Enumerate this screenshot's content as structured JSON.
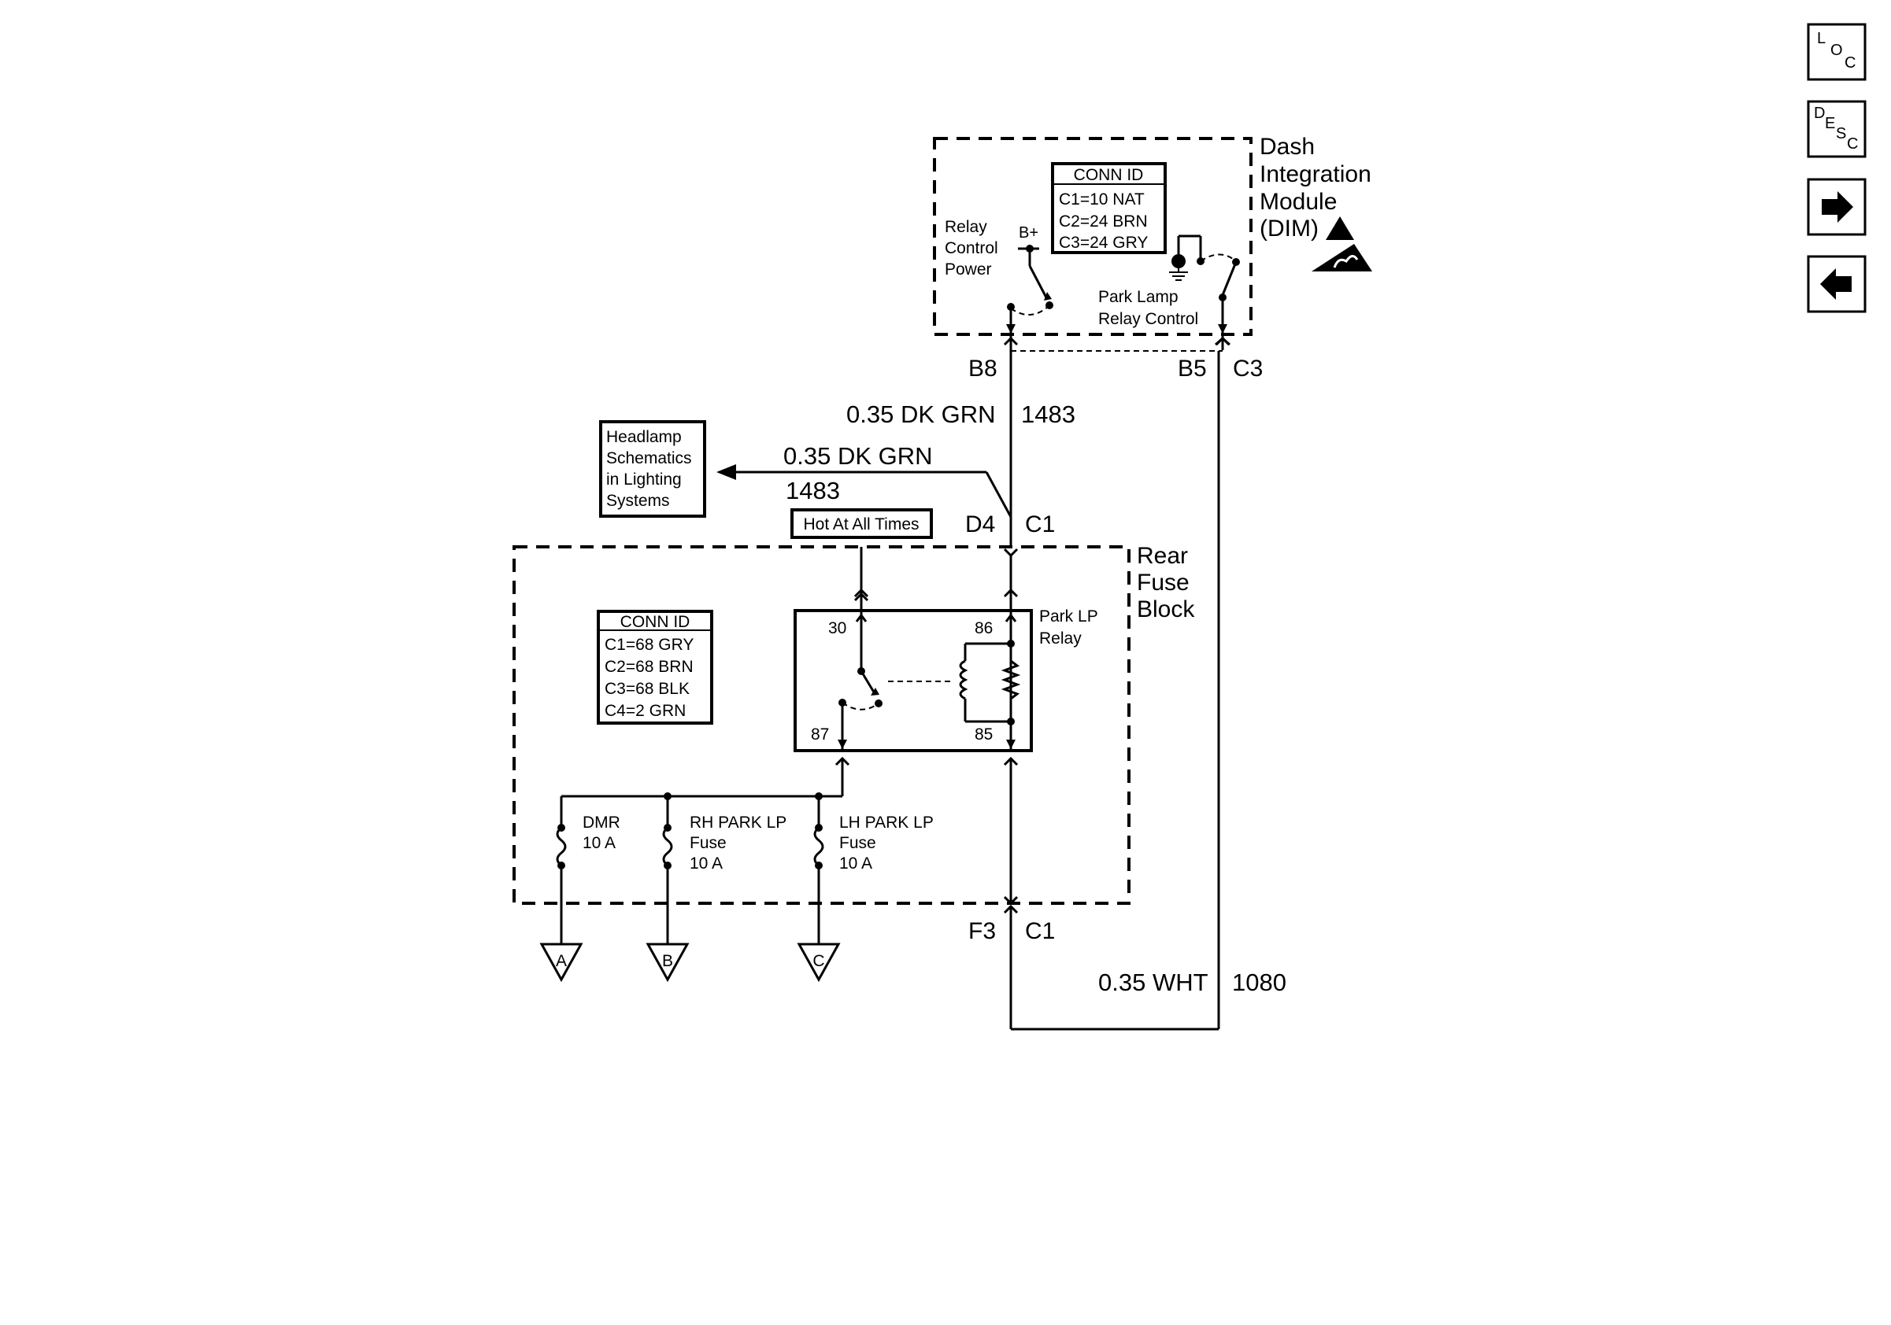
{
  "dim": {
    "title_lines": [
      "Dash",
      "Integration",
      "Module",
      "(DIM)"
    ],
    "conn_id_header": "CONN ID",
    "conn_ids": [
      "C1=10 NAT",
      "C2=24 BRN",
      "C3=24 GRY"
    ],
    "relay_control_power": [
      "Relay",
      "Control",
      "Power"
    ],
    "b_plus": "B+",
    "park_lamp_relay_control": [
      "Park Lamp",
      "Relay Control"
    ]
  },
  "connectors": {
    "b8": "B8",
    "b5": "B5",
    "c3": "C3",
    "d4": "D4",
    "c1_top": "C1",
    "f3": "F3",
    "c1_bottom": "C1"
  },
  "wires": {
    "dim_to_fuse": {
      "label": "0.35 DK GRN",
      "circuit": "1483"
    },
    "to_headlamp": {
      "label": "0.35 DK GRN",
      "circuit": "1483"
    },
    "return": {
      "label": "0.35 WHT",
      "circuit": "1080"
    }
  },
  "headlamp_ref": [
    "Headlamp",
    "Schematics",
    "in Lighting",
    "Systems"
  ],
  "hot_at_all_times": "Hot At All Times",
  "rear_fuse_block": {
    "title_lines": [
      "Rear",
      "Fuse",
      "Block"
    ],
    "conn_id_header": "CONN ID",
    "conn_ids": [
      "C1=68 GRY",
      "C2=68 BRN",
      "C3=68 BLK",
      "C4=2 GRN"
    ]
  },
  "relay": {
    "name_lines": [
      "Park LP",
      "Relay"
    ],
    "pin30": "30",
    "pin86": "86",
    "pin87": "87",
    "pin85": "85"
  },
  "fuses": [
    {
      "lines": [
        "DMR",
        "10 A"
      ]
    },
    {
      "lines": [
        "RH PARK LP",
        "Fuse",
        "10 A"
      ]
    },
    {
      "lines": [
        "LH PARK LP",
        "Fuse",
        "10 A"
      ]
    }
  ],
  "outputs": [
    "A",
    "B",
    "C"
  ],
  "nav": {
    "loc": [
      "L",
      "O",
      "C"
    ],
    "desc": [
      "D",
      "E",
      "S",
      "C"
    ],
    "next_icon": "arrow-right-icon",
    "prev_icon": "arrow-left-icon"
  }
}
